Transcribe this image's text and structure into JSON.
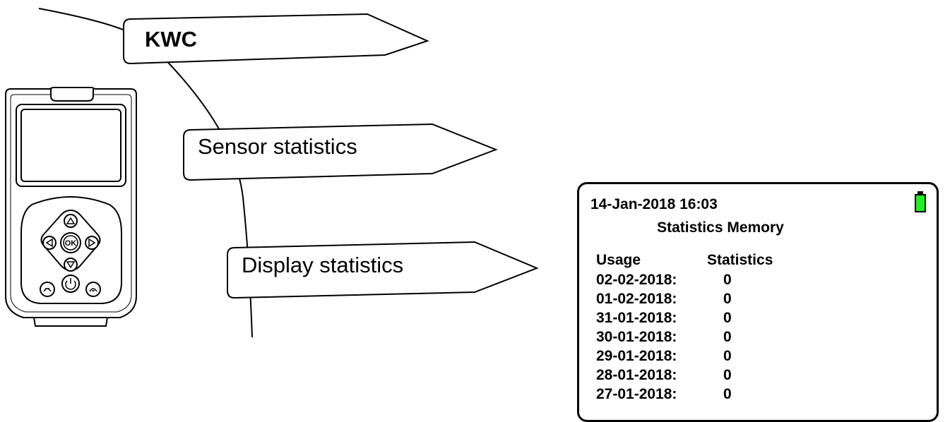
{
  "menu": {
    "kwc": "KWC",
    "sensor_statistics": "Sensor statistics",
    "display_statistics": "Display statistics"
  },
  "device": {
    "ok_label": "OK",
    "buttons": [
      "up-arrow-icon",
      "down-arrow-icon",
      "left-arrow-icon",
      "right-arrow-icon",
      "ok-button",
      "power-icon",
      "softkey-left-icon",
      "softkey-right-icon"
    ]
  },
  "screen": {
    "datetime": "14-Jan-2018 16:03",
    "title": "Statistics Memory",
    "battery_icon": "battery-full-icon",
    "battery_color": "#22ee22",
    "columns": {
      "usage": "Usage",
      "statistics": "Statistics"
    },
    "rows": [
      {
        "date": "02-02-2018:",
        "value": "0"
      },
      {
        "date": "01-02-2018:",
        "value": "0"
      },
      {
        "date": "31-01-2018:",
        "value": "0"
      },
      {
        "date": "30-01-2018:",
        "value": "0"
      },
      {
        "date": "29-01-2018:",
        "value": "0"
      },
      {
        "date": "28-01-2018:",
        "value": "0"
      },
      {
        "date": "27-01-2018:",
        "value": "0"
      }
    ]
  }
}
